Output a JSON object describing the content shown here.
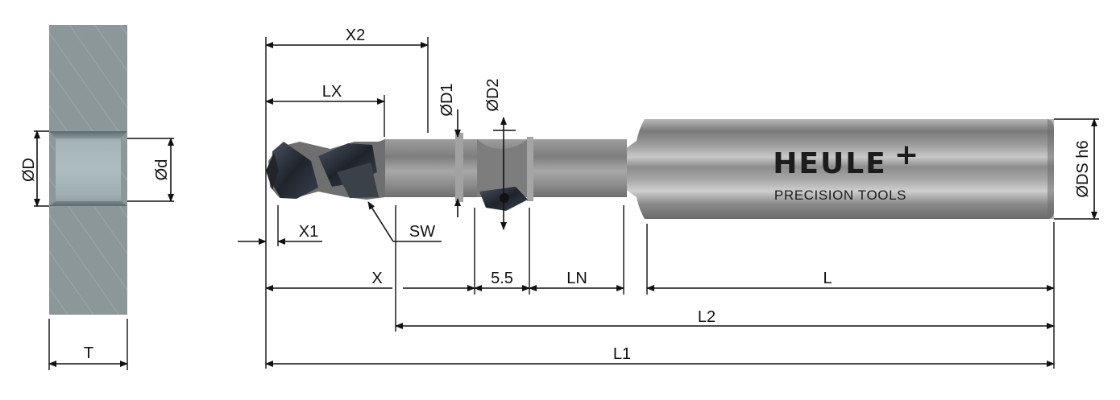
{
  "workpiece": {
    "labels": {
      "bore_outer": "ØD",
      "bore_inner": "Ød",
      "thickness": "T"
    }
  },
  "tool": {
    "dimensions": {
      "x2": "X2",
      "lx": "LX",
      "d1": "ØD1",
      "d2": "ØD2",
      "ds": "ØDS h6",
      "x1": "X1",
      "sw": "SW",
      "x": "X",
      "groove": "5.5",
      "ln": "LN",
      "l": "L",
      "l2": "L2",
      "l1": "L1"
    },
    "logo": {
      "brand": "HEULE",
      "plus": "+",
      "tagline": "PRECISION TOOLS"
    }
  },
  "colors": {
    "workpiece": "#8c9799",
    "tool_steel": "#8e8e8e",
    "insert_dark": "#2b3038",
    "line": "#111111"
  }
}
